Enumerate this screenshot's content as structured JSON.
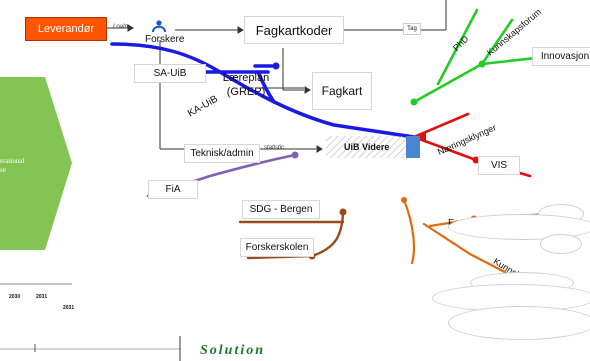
{
  "leverandor": "Leverandør",
  "loan_in": "LoaIn",
  "forskere": "Forskere",
  "fagkartkoder": "Fagkartkoder",
  "tag": "Tag",
  "sa_uib": "SA-UiB",
  "laereplan": "Læreplan (GREP)",
  "ka_uib": "KA-UiB",
  "fagkart": "Fagkart",
  "phd": "PhD",
  "kunnskapsforum": "Kunnskapsforum",
  "innovasjon": "Innovasjon",
  "teknisk_admin": "Teknisk/admin",
  "statistic": "statistic",
  "uib_videre": "UiB Videre",
  "naeringsklynger": "Næringsklynger",
  "vis": "VIS",
  "fia": "FiA",
  "sdg_bergen": "SDG - Bergen",
  "forskerskolen": "Forskerskolen",
  "for_label": "For",
  "kunnskapsklynger": "Kunnskapsklynger",
  "operational": "erational",
  "se": "se",
  "years": [
    "2030",
    "2031"
  ],
  "year_2031b": "2031",
  "solution": "Solution",
  "colors": {
    "blue": "#1a1ae6",
    "black": "#333333",
    "green": "#22cc22",
    "red": "#e01010",
    "purple": "#8060b0",
    "brown": "#9a4a1a",
    "orange": "#e06a10",
    "green_shape": "#84c455",
    "leverandor_fill": "#ff5500",
    "uib_bar": "#4a86d0"
  }
}
